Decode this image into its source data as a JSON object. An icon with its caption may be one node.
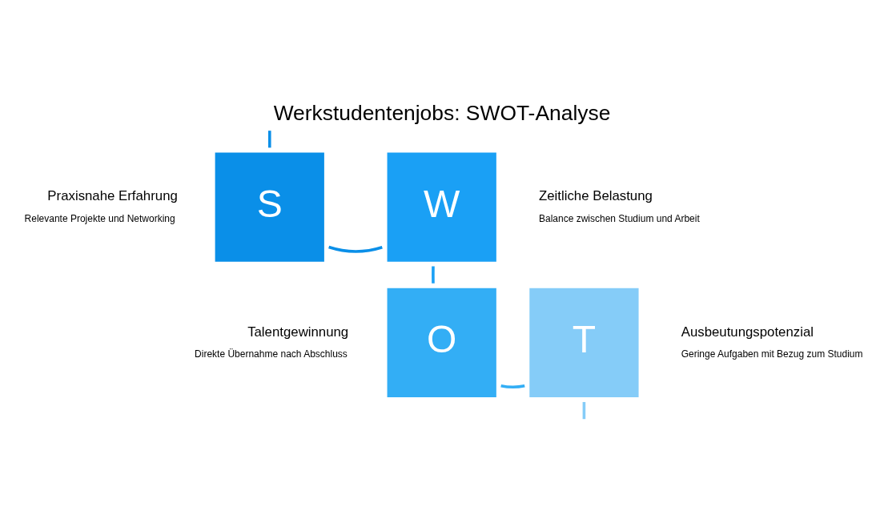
{
  "diagram": {
    "title": "Werkstudentenjobs: SWOT-Analyse",
    "nodes": [
      {
        "text": [
          "S"
        ],
        "beside": [
          "Praxisnahe Erfahrung",
          "Relevante Projekte und Networking"
        ]
      },
      {
        "text": [
          "W"
        ],
        "beside": [
          "Zeitliche Belastung",
          "Balance zwischen Studium und Arbeit"
        ]
      },
      {
        "text": [
          "O"
        ],
        "beside": [
          "Talentgewinnung",
          "Direkte Übernahme nach Abschluss"
        ]
      },
      {
        "text": [
          "T"
        ],
        "beside": [
          "Ausbeutungspotenzial",
          "Geringe Aufgaben mit Bezug zum Studium"
        ]
      }
    ],
    "edges": [
      {
        "from": null,
        "to": 0,
        "arrow": "none",
        "color": "#0a8fe8"
      },
      {
        "from": 0,
        "to": 1,
        "arrow": "none",
        "color": "#0a8fe8"
      },
      {
        "from": 1,
        "to": 2,
        "arrow": "none",
        "color": "#1aa0f5"
      },
      {
        "from": 2,
        "to": 3,
        "arrow": "none",
        "color": "#33aef5"
      },
      {
        "from": 3,
        "to": null,
        "arrow": "none",
        "color": "#85ccf8"
      }
    ]
  }
}
